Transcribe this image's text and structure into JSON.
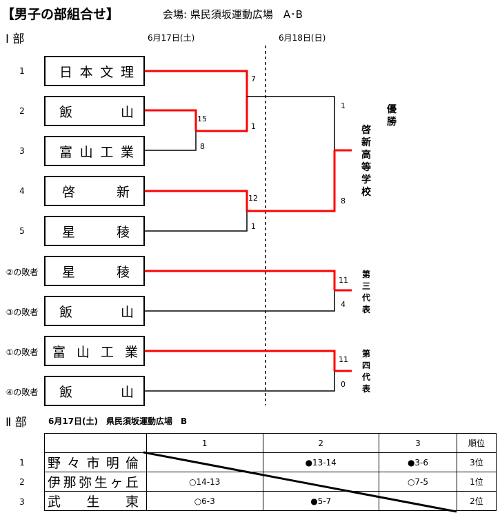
{
  "header": {
    "title": "【男子の部組合せ】",
    "venue": "会場: 県民須坂運動広場　A･B"
  },
  "division1": {
    "label": "Ⅰ 部",
    "day1": "6月17日(土)",
    "day2": "6月18日(日)",
    "entries": [
      {
        "seed": "1",
        "chars": [
          "日",
          "本",
          "文",
          "理"
        ]
      },
      {
        "seed": "2",
        "chars": [
          "飯",
          "山"
        ]
      },
      {
        "seed": "3",
        "chars": [
          "富",
          "山",
          "工",
          "業"
        ]
      },
      {
        "seed": "4",
        "chars": [
          "啓",
          "新"
        ]
      },
      {
        "seed": "5",
        "chars": [
          "星",
          "稜"
        ]
      },
      {
        "seed": "②の敗者",
        "chars": [
          "星",
          "稜"
        ]
      },
      {
        "seed": "③の敗者",
        "chars": [
          "飯",
          "山"
        ]
      },
      {
        "seed": "①の敗者",
        "chars": [
          "富",
          "山",
          "工",
          "業"
        ]
      },
      {
        "seed": "④の敗者",
        "chars": [
          "飯",
          "山"
        ]
      }
    ],
    "scores": {
      "m23_top": "15",
      "m23_bot": "8",
      "m1_top": "7",
      "m1_bot": "1",
      "m45_top": "12",
      "m45_bot": "1",
      "final_top": "1",
      "final_bot": "8",
      "third_top": "11",
      "third_bot": "4",
      "fourth_top": "11",
      "fourth_bot": "0"
    },
    "results": {
      "champion_label": "優勝",
      "champion_team": "啓新高等学校",
      "third_label": "第三代表",
      "fourth_label": "第四代表"
    }
  },
  "division2": {
    "label": "Ⅱ 部",
    "info": "6月17日(土)　県民須坂運動広場　B",
    "columns": [
      "1",
      "2",
      "3",
      "順位"
    ],
    "rows": [
      {
        "seed": "1",
        "chars": [
          "野",
          "々",
          "市",
          "明",
          "倫"
        ],
        "cells": [
          "",
          "●13-14",
          "●3-6"
        ],
        "rank": "3位"
      },
      {
        "seed": "2",
        "chars": [
          "伊",
          "那",
          "弥",
          "生",
          "ヶ",
          "丘"
        ],
        "cells": [
          "○14-13",
          "",
          "○7-5"
        ],
        "rank": "1位"
      },
      {
        "seed": "3",
        "chars": [
          "武",
          "生",
          "東"
        ],
        "cells": [
          "○6-3",
          "●5-7",
          ""
        ],
        "rank": "2位"
      }
    ]
  },
  "colors": {
    "winner_line": "#ff0000",
    "loser_line": "#000000"
  }
}
